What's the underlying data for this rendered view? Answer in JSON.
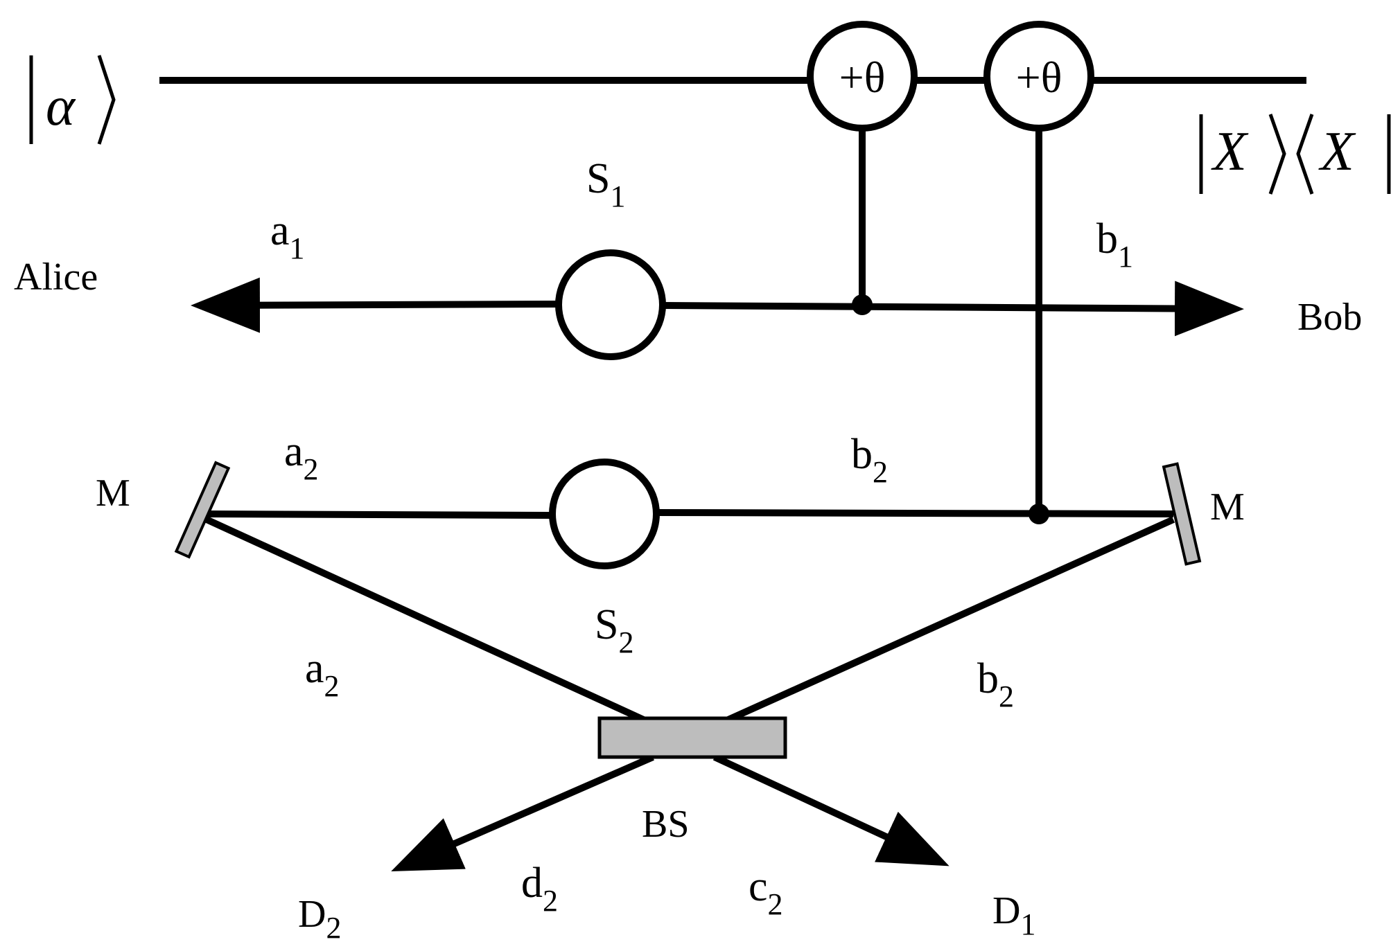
{
  "colors": {
    "line": "#000000",
    "optic_fill": "#bdbdbd"
  },
  "labels": {
    "input_state": "α",
    "measurement": "X",
    "gate_1": "+θ",
    "gate_2": "+θ",
    "s1": "S",
    "s1_sub": "1",
    "s2": "S",
    "s2_sub": "2",
    "a1": "a",
    "a1_sub": "1",
    "b1": "b",
    "b1_sub": "1",
    "a2_top": "a",
    "a2_top_sub": "2",
    "b2_top": "b",
    "b2_top_sub": "2",
    "a2_bottom": "a",
    "a2_bottom_sub": "2",
    "b2_bottom": "b",
    "b2_bottom_sub": "2",
    "alice": "Alice",
    "bob": "Bob",
    "mirror_left": "M",
    "mirror_right": "M",
    "beam_splitter": "BS",
    "d2": "d",
    "d2_sub": "2",
    "c2": "c",
    "c2_sub": "2",
    "det_d2": "D",
    "det_d2_sub": "2",
    "det_d1": "D",
    "det_d1_sub": "1"
  }
}
